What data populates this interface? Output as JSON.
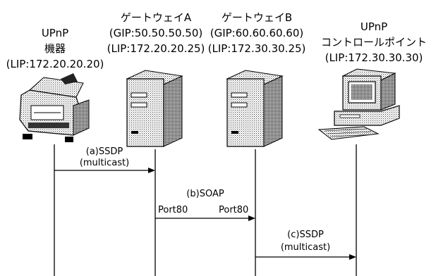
{
  "nodes": {
    "upnp_device": {
      "name_line1": "UPnP",
      "name_line2": "機器",
      "lip": "(LIP:172.20.20.20)"
    },
    "gateway_a": {
      "name": "ゲートウェイA",
      "gip": "(GIP:50.50.50.50)",
      "lip": "(LIP:172.20.20.25)"
    },
    "gateway_b": {
      "name": "ゲートウェイB",
      "gip": "(GIP:60.60.60.60)",
      "lip": "(LIP:172.30.30.25)"
    },
    "control_point": {
      "name_line1": "UPnP",
      "name_line2": "コントロールポイント",
      "lip": "(LIP:172.30.30.30)"
    }
  },
  "messages": {
    "a": {
      "label": "(a)SSDP",
      "sub": "(multicast)"
    },
    "b": {
      "label": "(b)SOAP",
      "port_left": "Port80",
      "port_right": "Port80"
    },
    "c": {
      "label": "(c)SSDP",
      "sub": "(multicast)"
    }
  },
  "icons": {
    "upnp_device": "printer-icon",
    "gateway_a": "server-tower-icon",
    "gateway_b": "server-tower-icon",
    "control_point": "desktop-computer-icon"
  }
}
